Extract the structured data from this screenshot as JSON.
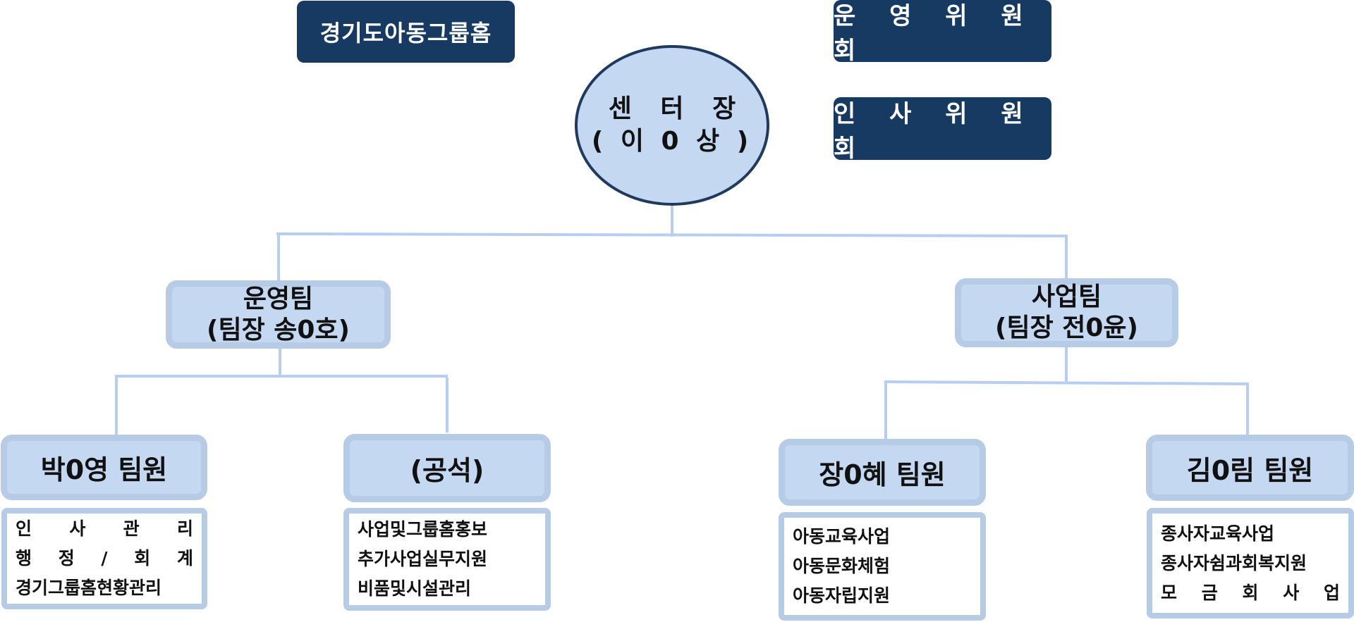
{
  "header": {
    "org_name": "경기도아동그룹홈",
    "committee_operations": "운 영 위 원 회",
    "committee_personnel": "인 사 위 원 회"
  },
  "center_head": {
    "title": "센 터 장",
    "name": "( 이 0 상 )"
  },
  "teams": [
    {
      "title": "운영팀",
      "leader": "(팀장 송0호)",
      "members": [
        {
          "name": "박0영 팀원",
          "duties": [
            "인 사 관 리",
            "행 정 / 회 계",
            "경기그룹홈현황관리"
          ]
        },
        {
          "name": "(공석)",
          "duties": [
            "사업및그룹홈홍보",
            "추가사업실무지원",
            "비품및시설관리"
          ]
        }
      ]
    },
    {
      "title": "사업팀",
      "leader": "(팀장 전0윤)",
      "members": [
        {
          "name": "장0혜 팀원",
          "duties": [
            "아동교육사업",
            "아동문화체험",
            "아동자립지원"
          ]
        },
        {
          "name": "김0림 팀원",
          "duties": [
            "종사자교육사업",
            "종사자쉼과회복지원",
            "모 금 회 사 업"
          ]
        }
      ]
    }
  ],
  "colors": {
    "dark_navy": "#173a63",
    "light_blue_fill": "#c5d8f1",
    "light_blue_border": "#b6cbe6",
    "connector": "#b7cdf2"
  }
}
